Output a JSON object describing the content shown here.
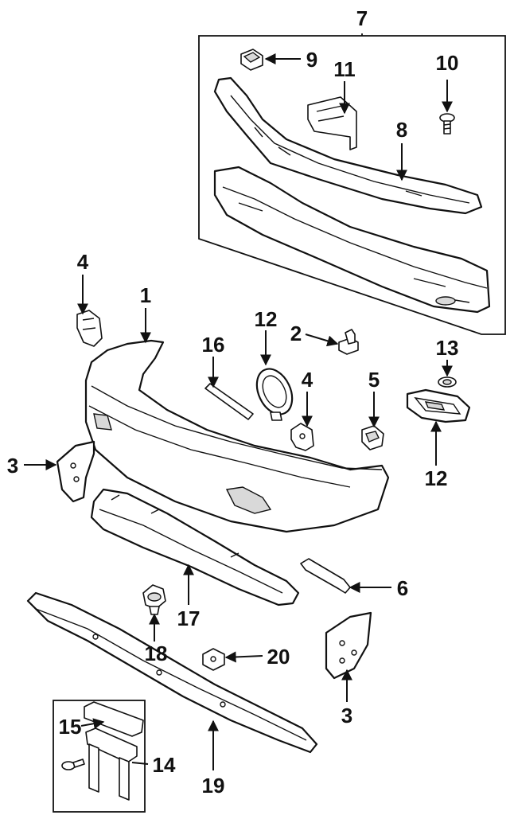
{
  "diagram": {
    "callouts": [
      {
        "key": "c1",
        "label": "1"
      },
      {
        "key": "c2",
        "label": "2"
      },
      {
        "key": "c3a",
        "label": "3"
      },
      {
        "key": "c3b",
        "label": "3"
      },
      {
        "key": "c4a",
        "label": "4"
      },
      {
        "key": "c4b",
        "label": "4"
      },
      {
        "key": "c5",
        "label": "5"
      },
      {
        "key": "c6",
        "label": "6"
      },
      {
        "key": "c7",
        "label": "7"
      },
      {
        "key": "c8",
        "label": "8"
      },
      {
        "key": "c9",
        "label": "9"
      },
      {
        "key": "c10",
        "label": "10"
      },
      {
        "key": "c11",
        "label": "11"
      },
      {
        "key": "c12a",
        "label": "12"
      },
      {
        "key": "c12b",
        "label": "12"
      },
      {
        "key": "c13",
        "label": "13"
      },
      {
        "key": "c14",
        "label": "14"
      },
      {
        "key": "c15",
        "label": "15"
      },
      {
        "key": "c16",
        "label": "16"
      },
      {
        "key": "c17",
        "label": "17"
      },
      {
        "key": "c18",
        "label": "18"
      },
      {
        "key": "c19",
        "label": "19"
      },
      {
        "key": "c20",
        "label": "20"
      }
    ]
  }
}
